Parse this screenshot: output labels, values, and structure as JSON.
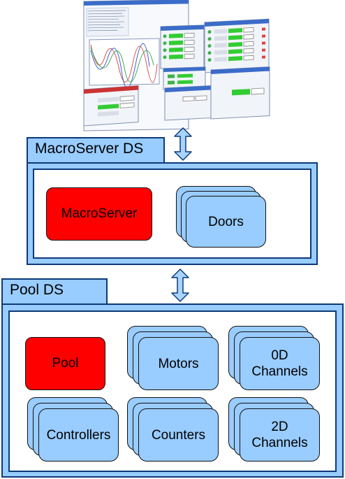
{
  "macroserver_ds": {
    "tab_label": "MacroServer DS",
    "macroserver_label": "MacroServer",
    "doors_label": "Doors"
  },
  "pool_ds": {
    "tab_label": "Pool DS",
    "pool_label": "Pool",
    "motors_label": "Motors",
    "channels_0d_label": "0D\nChannels",
    "controllers_label": "Controllers",
    "counters_label": "Counters",
    "channels_2d_label": "2D\nChannels"
  },
  "colors": {
    "panel_fill": "#99ccff",
    "panel_border": "#0b3a78",
    "server_fill": "#ff0000",
    "arrow_fill": "#a8d4ff"
  }
}
